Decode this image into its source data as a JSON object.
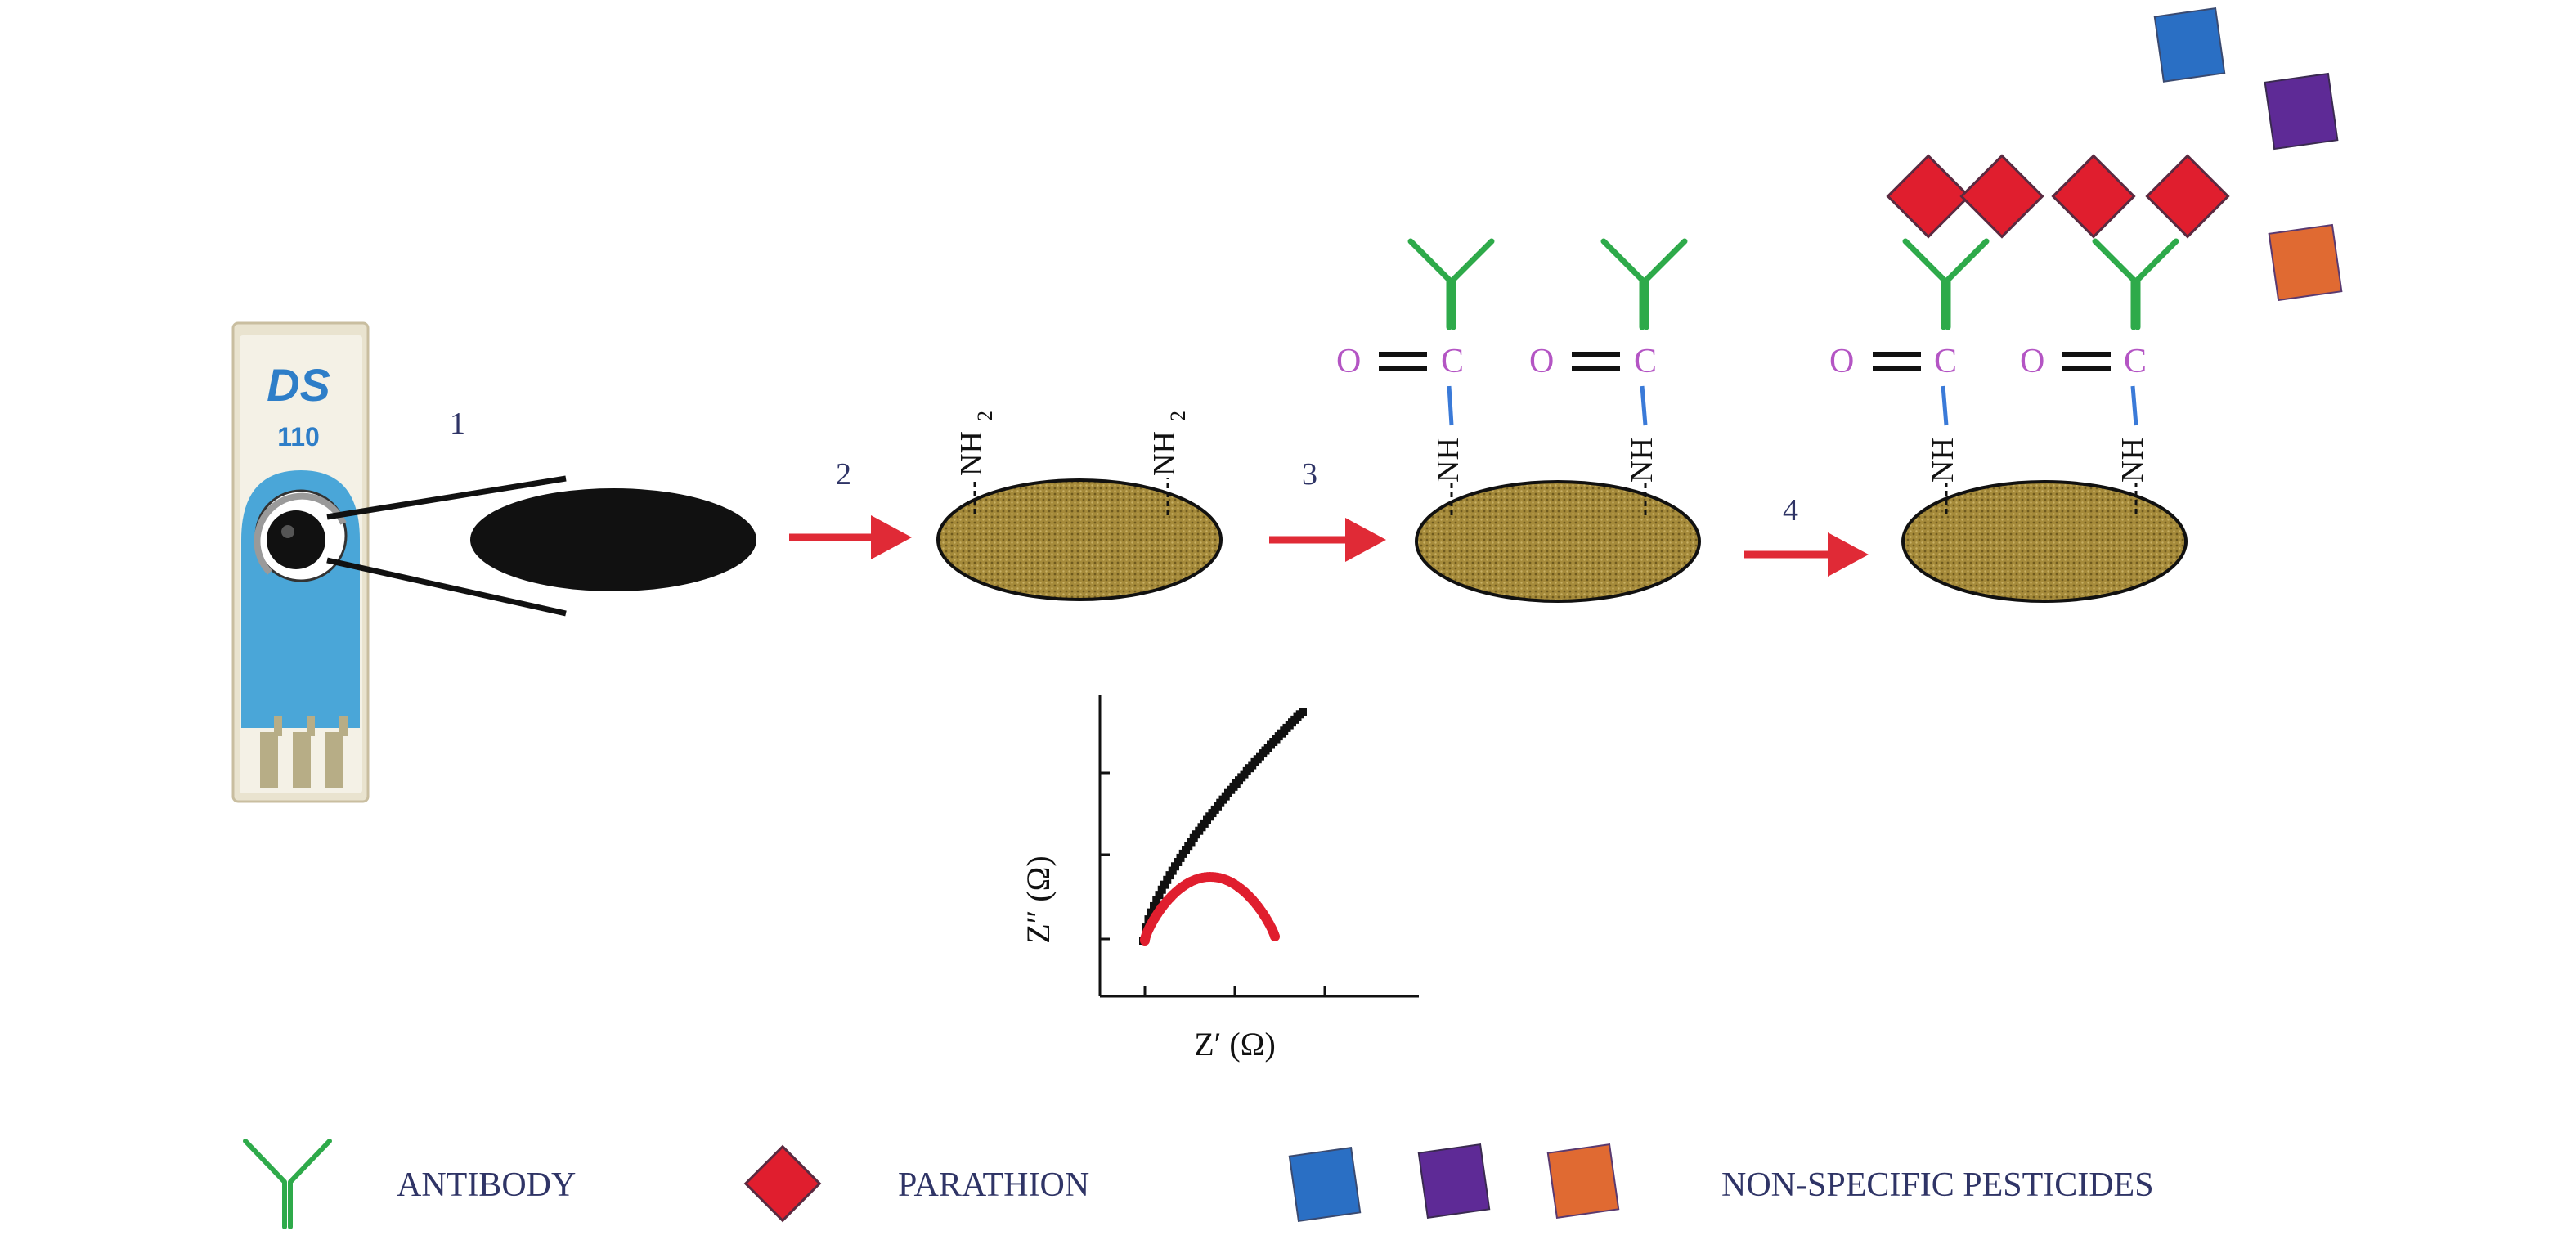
{
  "electrode": {
    "brand": "DS",
    "model": "110"
  },
  "steps": [
    "1",
    "2",
    "3",
    "4"
  ],
  "chem": {
    "amine": "NH",
    "subscript": "2",
    "o": "O",
    "c": "C"
  },
  "plot": {
    "ylabel": "Z″ (Ω)",
    "xlabel": "Z′ (Ω)"
  },
  "legend": {
    "antibody": "ANTIBODY",
    "parathion": "PARATHION",
    "nonspecific": "NON-SPECIFIC PESTICIDES"
  },
  "colors": {
    "antibody": "#2eaa4a",
    "parathion": "#e01e2e",
    "blue": "#2a6fc4",
    "purple": "#5e2a96",
    "orange": "#e06a32",
    "arrow": "#e02a36",
    "oc": "#b455c4",
    "link": "#3a7ad8",
    "label": "#2f3466",
    "nanoparticle": "#a58a3a",
    "electrode": "#4aa6d8"
  }
}
